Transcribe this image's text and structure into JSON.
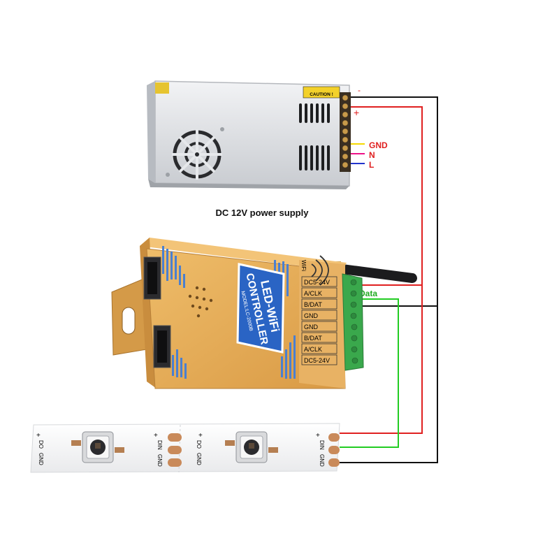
{
  "power_supply": {
    "caption": "DC 12V power supply",
    "caution_label": "CAUTION !",
    "terminals": {
      "minus": "-",
      "plus": "+",
      "gnd": "GND",
      "n": "N",
      "l": "L"
    }
  },
  "controller": {
    "title_line1": "LED-WiFi",
    "title_line2": "CONTROLLER",
    "model": "MODEL:LC-2000B",
    "wifi_label": "WiFi",
    "pins": [
      "DC5-24V",
      "A/CLK",
      "B/DAT",
      "GND",
      "GND",
      "B/DAT",
      "A/CLK",
      "DC5-24V"
    ],
    "data_label": "Data"
  },
  "led_strip": {
    "pad_labels": {
      "plus": "+",
      "dout": "DO",
      "din": "DIN",
      "gnd": "GND"
    }
  },
  "colors": {
    "red_wire": "#e02020",
    "green_wire": "#22cc22",
    "black_wire": "#111111",
    "gnd_wire": "#f5d800",
    "n_wire": "#ee1188",
    "l_wire": "#2233cc",
    "controller_body": "#e0a552"
  }
}
